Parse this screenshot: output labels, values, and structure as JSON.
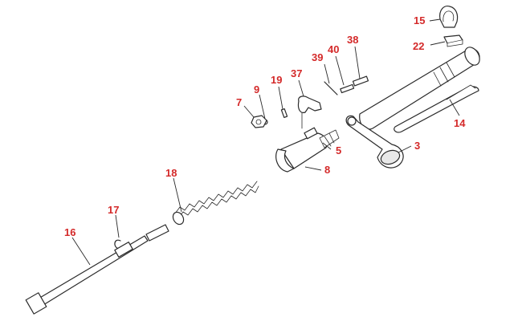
{
  "callouts": {
    "c15": "15",
    "c22": "22",
    "c38": "38",
    "c40": "40",
    "c39": "39",
    "c37": "37",
    "c19": "19",
    "c9": "9",
    "c7": "7",
    "c14": "14",
    "c5": "5",
    "c3": "3",
    "c8": "8",
    "c18": "18",
    "c17": "17",
    "c16": "16"
  },
  "colors": {
    "callout": "#d42a2a",
    "line": "#2a2a2a",
    "background": "#ffffff"
  }
}
